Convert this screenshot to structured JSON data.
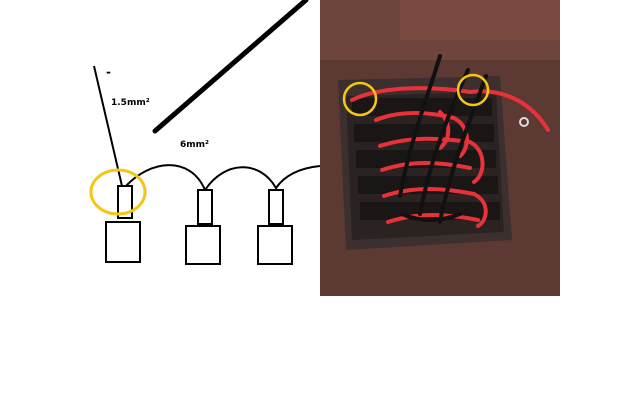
{
  "labels": {
    "minus": "-",
    "thin_wire": "1.5mm²",
    "thick_wire": "6mm²"
  },
  "colors": {
    "background": "#ffffff",
    "wire": "#000000",
    "highlight_circle": "#f5c518",
    "photo_board": "#3a2f2d",
    "photo_backdrop": "#5c3a35",
    "red_wire": "#e8323a"
  },
  "diagram": {
    "switch_count": 3,
    "highlighted_switches": 1,
    "photo_highlighted_terminals": 2
  }
}
